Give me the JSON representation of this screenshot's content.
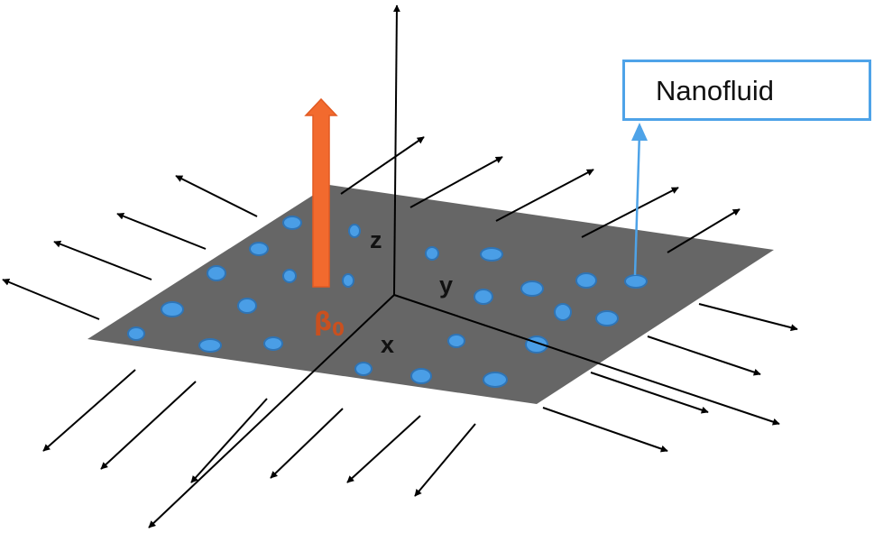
{
  "labels": {
    "z_axis": "z",
    "y_axis": "y",
    "x_axis": "x",
    "magnetic_field": "β",
    "magnetic_field_subscript": "0",
    "callout": "Nanofluid"
  },
  "colors": {
    "sheet": "#666666",
    "particle_fill": "#4a9ee6",
    "particle_stroke": "#2f74b5",
    "field_arrow": "#f26a2e",
    "field_label": "#c9501f",
    "callout_border": "#4ea3e8",
    "axis": "#000000"
  },
  "icons": {
    "particle": "nanoparticle-ellipse",
    "stretch_arrow": "arrow-icon"
  }
}
